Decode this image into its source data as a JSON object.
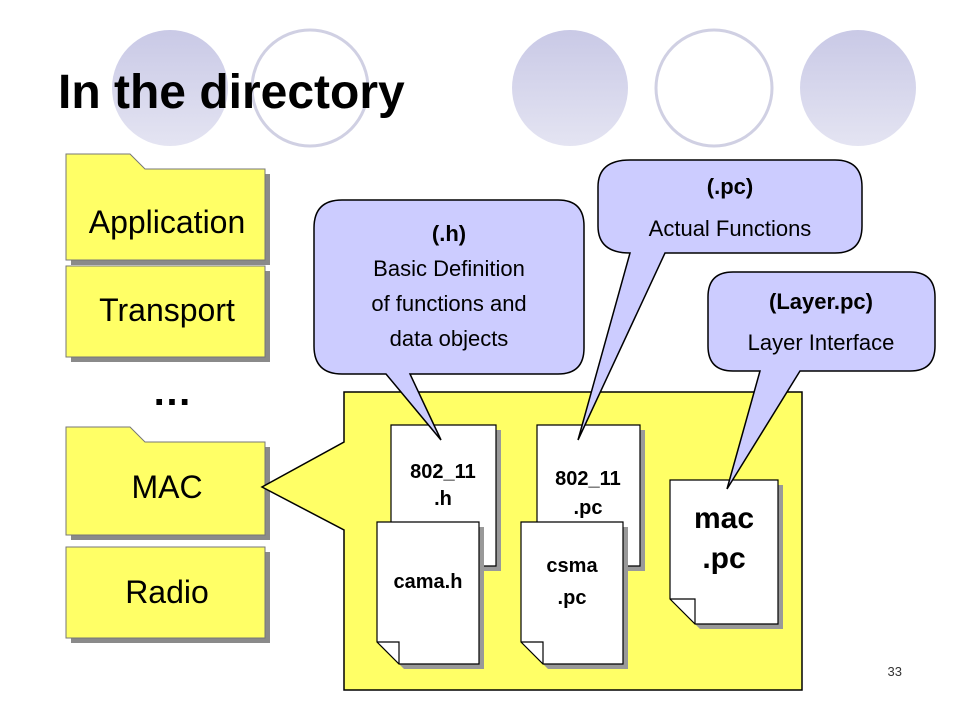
{
  "slide": {
    "title": "In the directory",
    "page_number": "33"
  },
  "layers": [
    {
      "label": "Application"
    },
    {
      "label": "Transport"
    },
    {
      "label": "MAC"
    },
    {
      "label": "Radio"
    }
  ],
  "ellipsis": "…",
  "files": [
    {
      "line1": "802_11",
      "line2": ".h"
    },
    {
      "line1": "cama.h",
      "line2": ""
    },
    {
      "line1": "802_11",
      "line2": ".pc"
    },
    {
      "line1": "csma",
      "line2": ".pc"
    },
    {
      "line1": "mac",
      "line2": ".pc"
    }
  ],
  "callouts": [
    {
      "heading": "(.h)",
      "lines": [
        "Basic Definition",
        "of functions and",
        "data objects"
      ]
    },
    {
      "heading": "(.pc)",
      "lines": [
        "Actual Functions"
      ]
    },
    {
      "heading": "(Layer.pc)",
      "lines": [
        "Layer Interface"
      ]
    }
  ],
  "colors": {
    "folder_fill": "#ffff66",
    "folder_shadow": "#8a8a8a",
    "callout_fill": "#ccccff",
    "circle_filled": "#d6d6ea",
    "circle_outline": "#cfcfe0",
    "file_fill": "#ffffff"
  }
}
